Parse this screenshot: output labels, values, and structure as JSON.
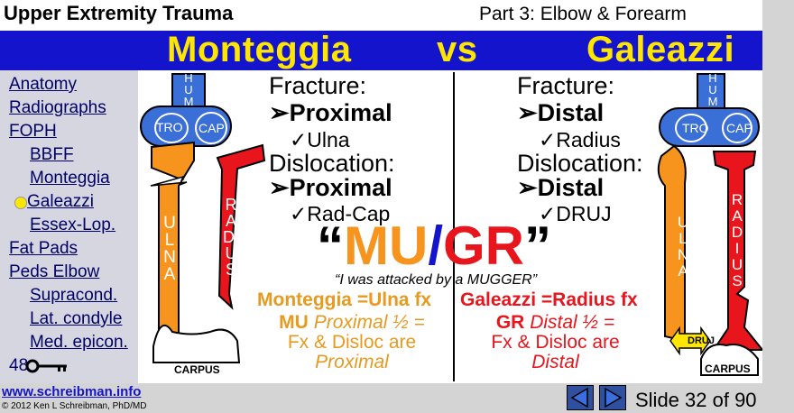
{
  "header": {
    "title": "Upper Extremity Trauma",
    "part": "Part 3: Elbow & Forearm"
  },
  "title_bar": {
    "left": "Monteggia",
    "mid": "vs",
    "right": "Galeazzi"
  },
  "sidebar": {
    "items": [
      {
        "label": "Anatomy"
      },
      {
        "label": "Radiographs"
      },
      {
        "label": "FOPH"
      },
      {
        "label": "BBFF"
      },
      {
        "label": "Monteggia"
      },
      {
        "label": "Galeazzi"
      },
      {
        "label": "Essex-Lop."
      },
      {
        "label": "Fat Pads"
      },
      {
        "label": "Peds Elbow"
      },
      {
        "label": "Supracond."
      },
      {
        "label": "Lat. condyle"
      },
      {
        "label": "Med. epicon."
      }
    ],
    "page_num": "48"
  },
  "left_col": {
    "fracture_label": "Fracture:",
    "fracture_level": "Proximal",
    "fracture_bone": "Ulna",
    "dislocation_label": "Dislocation:",
    "dislocation_level": "Proximal",
    "dislocation_site": "Rad-Cap"
  },
  "right_col": {
    "fracture_label": "Fracture:",
    "fracture_level": "Distal",
    "fracture_bone": "Radius",
    "dislocation_label": "Dislocation:",
    "dislocation_level": "Distal",
    "dislocation_site": "DRUJ"
  },
  "mnemonic": {
    "open_quote": "“",
    "mu": "MU",
    "slash": "/",
    "gr": "GR",
    "close_quote": "”",
    "tagline": "“I was attacked by a MUGGER”",
    "mont_pre": "Monteggia =",
    "mont_u": "U",
    "mont_post": "lna fx",
    "gal_pre": "Galeazzi =",
    "gal_r": "R",
    "gal_post": "adius fx",
    "mu_line1_bold": "MU",
    "mu_line1_ital": "Proximal ½ =",
    "mu_line2": "Fx & Disloc are",
    "mu_line3": "Proximal",
    "gr_line1_bold": "GR",
    "gr_line1_ital": "Distal ½ =",
    "gr_line2": "Fx & Disloc are",
    "gr_line3": "Distal"
  },
  "diagram_left": {
    "hum": "H U M",
    "tro": "TRO",
    "cap": "CAP",
    "ulna": "ULNA",
    "radius": "RADIUS",
    "carpus": "CARPUS"
  },
  "diagram_right": {
    "hum": "H U M",
    "tro": "TRO",
    "cap": "CAP",
    "ulna": "ULNA",
    "radius": "RADIUS",
    "carpus": "CARPUS",
    "druj": "DRUJ"
  },
  "footer": {
    "website": "www.schreibman.info",
    "copyright": "© 2012 Ken L Schreibman, PhD/MD",
    "slide": "Slide 32 of 90"
  },
  "icons": {
    "key": "key-icon",
    "prev": "arrow-left-icon",
    "next": "arrow-right-icon",
    "current": "bullet-icon"
  },
  "colors": {
    "title_bar": "#1414cc",
    "title_text": "#ffe600",
    "ulna": "#f7941d",
    "radius": "#e8161c",
    "humerus": "#3a6fd8"
  }
}
